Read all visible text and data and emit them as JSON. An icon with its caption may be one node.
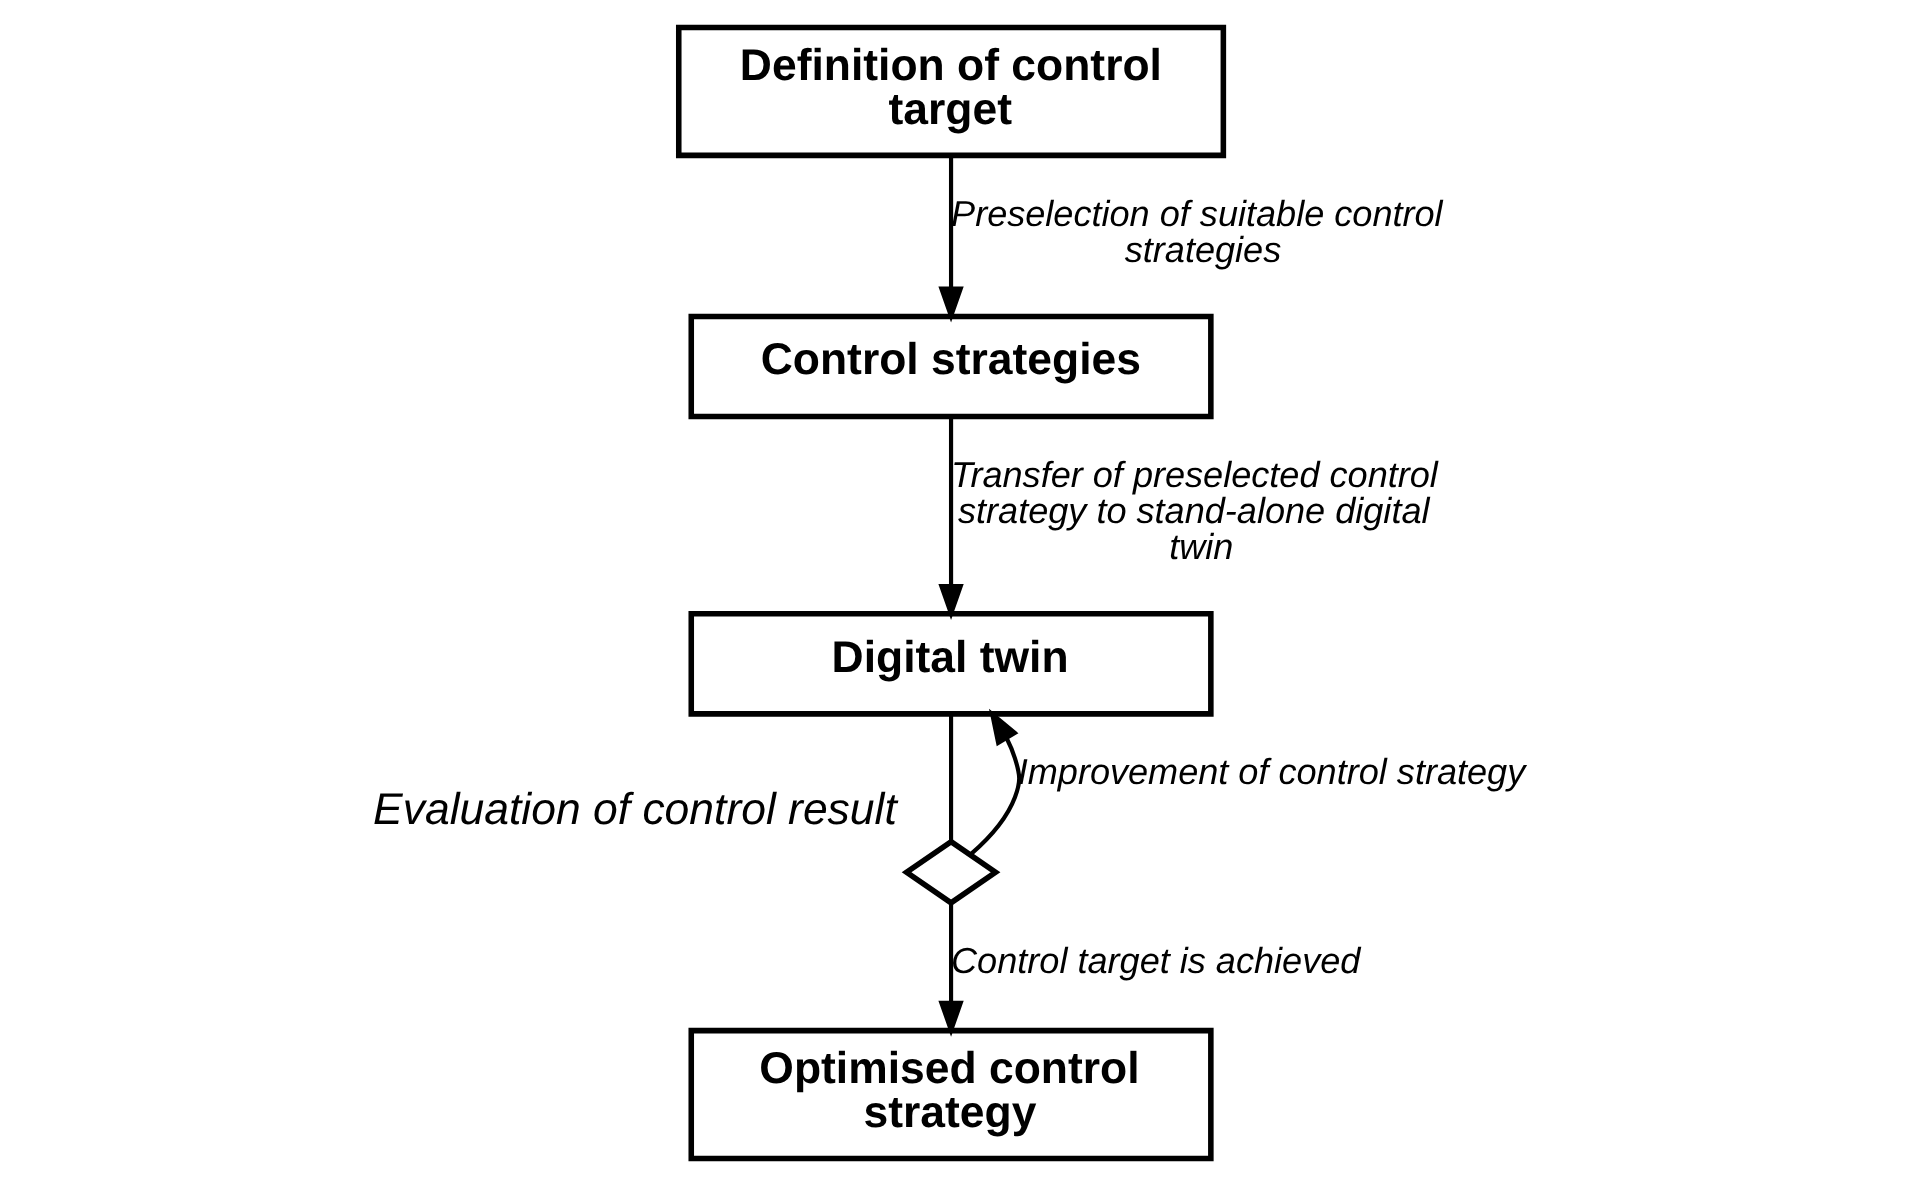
{
  "diagram": {
    "nodes": [
      {
        "text": [
          "Definition of control target"
        ]
      },
      {
        "text": [
          "Control strategies"
        ]
      },
      {
        "text": [
          "Digital twin"
        ]
      },
      {
        "text": [],
        "shape": "diamond",
        "beside": [
          "Evaluation of control result"
        ]
      },
      {
        "text": [
          "Optimised control strategy"
        ]
      }
    ],
    "edges": [
      {
        "from": 0,
        "to": 1,
        "arrow": "to",
        "label": "Preselection of suitable control strategies"
      },
      {
        "from": 1,
        "to": 2,
        "arrow": "to",
        "label": "Transfer of preselected control strategy to stand-alone digital twin"
      },
      {
        "from": 2,
        "to": 3,
        "arrow": "none"
      },
      {
        "from": 3,
        "to": 2,
        "arrow": "to",
        "label": "Improvement of control strategy"
      },
      {
        "from": 3,
        "to": 4,
        "arrow": "to",
        "label": "Control target is achieved"
      }
    ]
  }
}
